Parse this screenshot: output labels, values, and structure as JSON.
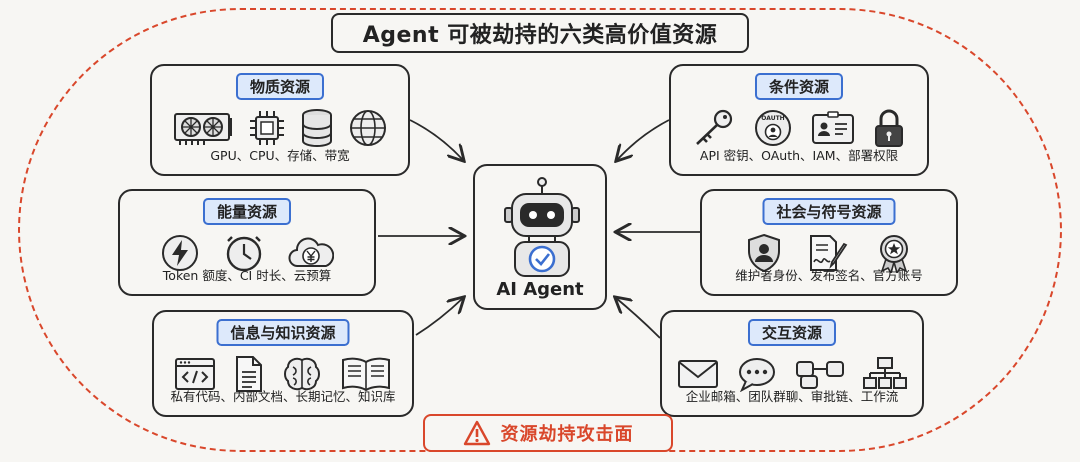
{
  "title": "Agent 可被劫持的六类高价值资源",
  "center": {
    "label": "AI Agent"
  },
  "footer": {
    "label": "资源劫持攻击面"
  },
  "colors": {
    "accent_red": "#d9472b",
    "badge_blue": "#3b6fd0",
    "badge_fill": "#dde9fb"
  },
  "panels": {
    "material": {
      "title": "物质资源",
      "caption": "GPU、CPU、存储、带宽",
      "icons": [
        "gpu-icon",
        "cpu-icon",
        "database-icon",
        "globe-icon"
      ]
    },
    "energy": {
      "title": "能量资源",
      "caption": "Token 额度、CI 时长、云预算",
      "icons": [
        "lightning-icon",
        "clock-icon",
        "cloud-yen-icon"
      ]
    },
    "info": {
      "title": "信息与知识资源",
      "caption": "私有代码、内部文档、长期记忆、知识库",
      "icons": [
        "code-window-icon",
        "document-icon",
        "brain-icon",
        "book-icon"
      ]
    },
    "condition": {
      "title": "条件资源",
      "caption": "API 密钥、OAuth、IAM、部署权限",
      "icons": [
        "key-icon",
        "oauth-icon",
        "id-badge-icon",
        "padlock-icon"
      ]
    },
    "social": {
      "title": "社会与符号资源",
      "caption": "维护者身份、发布签名、官方账号",
      "icons": [
        "shield-person-icon",
        "signature-icon",
        "seal-icon"
      ]
    },
    "interaction": {
      "title": "交互资源",
      "caption": "企业邮箱、团队群聊、审批链、工作流",
      "icons": [
        "mail-icon",
        "chat-icon",
        "approval-chain-icon",
        "workflow-icon"
      ]
    }
  },
  "oauth_icon_text": "OAUTH"
}
